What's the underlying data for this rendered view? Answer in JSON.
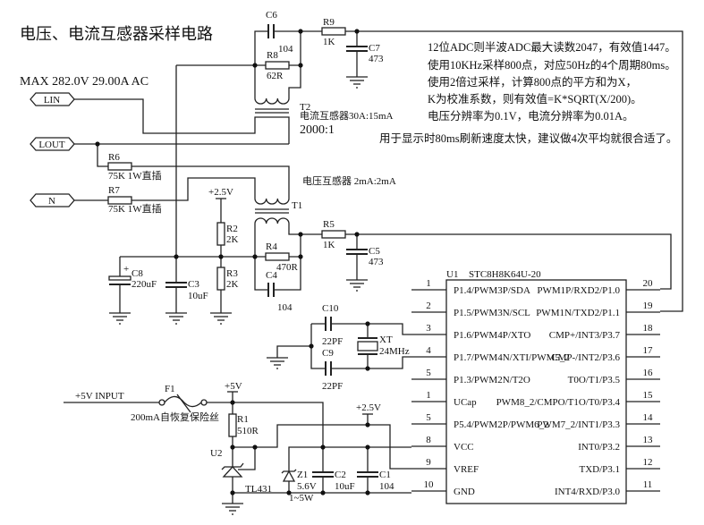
{
  "title": "电压、电流互感器采样电路",
  "rating": "MAX 282.0V 29.00A AC",
  "ports": {
    "lin": "LIN",
    "lout": "LOUT",
    "n": "N"
  },
  "notes": [
    "12位ADC则半波ADC最大读数2047，有效值1447。",
    "使用10KHz采样800点，对应50Hz的4个周期80ms。",
    "使用2倍过采样，计算800点的平方和为X，",
    "K为校准系数，则有效值=K*SQRT(X/200)。",
    "电压分辨率为0.1V，电流分辨率为0.01A。",
    "用于显示时80ms刷新速度太快，建议做4次平均就很合适了。"
  ],
  "components": {
    "C6": {
      "ref": "C6",
      "value": "104"
    },
    "R8": {
      "ref": "R8",
      "value": "62R"
    },
    "R9": {
      "ref": "R9",
      "value": "1K"
    },
    "C7": {
      "ref": "C7",
      "value": "473"
    },
    "T2": {
      "ref": "T2",
      "desc": "电流互感器30A:15mA",
      "ratio": "2000:1"
    },
    "R6": {
      "ref": "R6",
      "value": "75K 1W直插"
    },
    "R7": {
      "ref": "R7",
      "value": "75K 1W直插"
    },
    "T1": {
      "ref": "T1",
      "desc": "电压互感器 2mA:2mA"
    },
    "R2": {
      "ref": "R2",
      "value": "2K"
    },
    "R3": {
      "ref": "R3",
      "value": "2K"
    },
    "R4": {
      "ref": "R4",
      "value": "470R"
    },
    "C4": {
      "ref": "C4",
      "value": "104"
    },
    "R5": {
      "ref": "R5",
      "value": "1K"
    },
    "C5": {
      "ref": "C5",
      "value": "473"
    },
    "C8": {
      "ref": "C8",
      "value": "220uF",
      "polarity": "+"
    },
    "C3": {
      "ref": "C3",
      "value": "10uF"
    },
    "C10": {
      "ref": "C10",
      "value": "22PF"
    },
    "C9": {
      "ref": "C9",
      "value": "22PF"
    },
    "XT": {
      "ref": "XT",
      "value": "24MHz"
    },
    "F1": {
      "ref": "F1",
      "value": "200mA自恢复保险丝"
    },
    "R1": {
      "ref": "R1",
      "value": "510R"
    },
    "U2": {
      "ref": "U2",
      "value": "TL431"
    },
    "Z1": {
      "ref": "Z1",
      "value": "5.6V",
      "power": "1~5W"
    },
    "C2": {
      "ref": "C2",
      "value": "10uF"
    },
    "C1": {
      "ref": "C1",
      "value": "104"
    }
  },
  "nets": {
    "vref_a": "+2.5V",
    "vref_b": "+2.5V",
    "vcc": "+5V",
    "input": "+5V INPUT"
  },
  "u1": {
    "ref": "U1",
    "part": "STC8H8K64U-20",
    "left_pins": [
      {
        "num": "1",
        "name": "P1.4/PWM3P/SDA"
      },
      {
        "num": "2",
        "name": "P1.5/PWM3N/SCL"
      },
      {
        "num": "3",
        "name": "P1.6/PWM4P/XTO"
      },
      {
        "num": "4",
        "name": "P1.7/PWM4N/XTI/PWM5_2"
      },
      {
        "num": "5",
        "name": "P1.3/PWM2N/T2O"
      },
      {
        "num": "1",
        "name": "UCap"
      },
      {
        "num": "5",
        "name": "P5.4/PWM2P/PWM6_2"
      },
      {
        "num": "8",
        "name": "VCC"
      },
      {
        "num": "9",
        "name": "VREF"
      },
      {
        "num": "10",
        "name": "GND"
      }
    ],
    "right_pins": [
      {
        "num": "20",
        "name": "PWM1P/RXD2/P1.0"
      },
      {
        "num": "19",
        "name": "PWM1N/TXD2/P1.1"
      },
      {
        "num": "18",
        "name": "CMP+/INT3/P3.7"
      },
      {
        "num": "17",
        "name": "CMP-/INT2/P3.6"
      },
      {
        "num": "16",
        "name": "T0O/T1/P3.5"
      },
      {
        "num": "15",
        "name": "PWM8_2/CMPO/T1O/T0/P3.4"
      },
      {
        "num": "14",
        "name": "PWM7_2/INT1/P3.3"
      },
      {
        "num": "13",
        "name": "INT0/P3.2"
      },
      {
        "num": "12",
        "name": "TXD/P3.1"
      },
      {
        "num": "11",
        "name": "INT4/RXD/P3.0"
      }
    ]
  }
}
